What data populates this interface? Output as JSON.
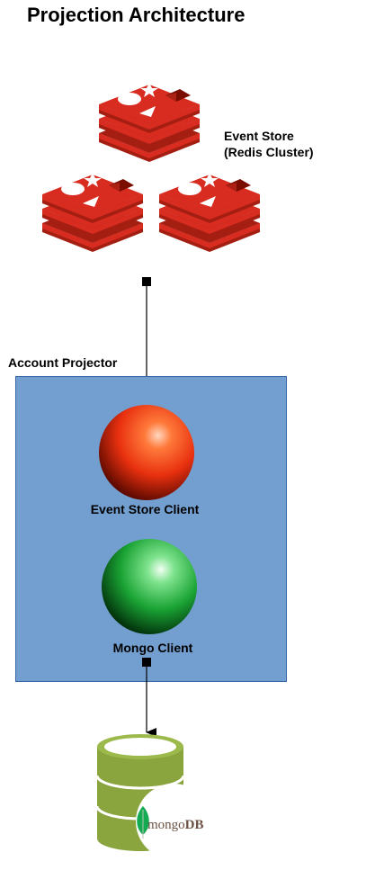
{
  "title": "Projection Architecture",
  "event_store": {
    "label_line1": "Event Store",
    "label_line2": "(Redis Cluster)",
    "icon": "redis-logo-icon"
  },
  "projector": {
    "label": "Account Projector",
    "event_store_client": {
      "label": "Event Store Client",
      "color": "#e8300f"
    },
    "mongo_client": {
      "label": "Mongo Client",
      "color": "#1aa334"
    }
  },
  "database": {
    "brand_prefix": "mongo",
    "brand_suffix": "DB",
    "icon": "mongodb-database-icon",
    "color": "#8aa43e"
  },
  "colors": {
    "redis": "#d82c20",
    "box_fill": "#729fcf",
    "box_border": "#3465a4"
  }
}
